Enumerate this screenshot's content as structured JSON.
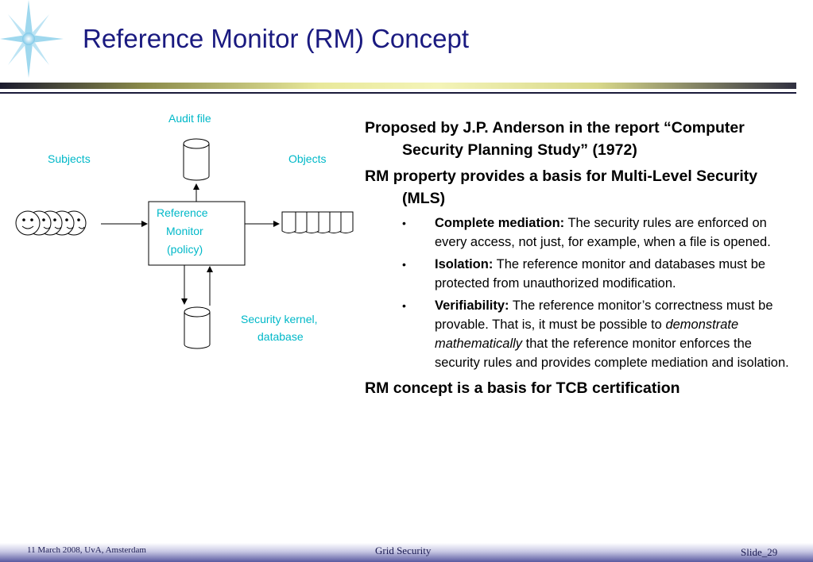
{
  "slide": {
    "title": "Reference Monitor (RM) Concept"
  },
  "diagram": {
    "audit_label": "Audit file",
    "subjects_label": "Subjects",
    "objects_label": "Objects",
    "rm_line1": "Reference",
    "rm_line2": "Monitor",
    "rm_line3": "(policy)",
    "kernel_line1": "Security kernel,",
    "kernel_line2": "database"
  },
  "content": {
    "item1": "Proposed by J.P. Anderson in the report “Computer Security Planning Study” (1972)",
    "item2": "RM property provides a basis for Multi-Level Security (MLS)",
    "bullet_char": "•",
    "sub1_term": "Complete mediation:",
    "sub1_text": " The security rules are enforced on every access, not just, for example, when a file is opened.",
    "sub2_term": "Isolation:",
    "sub2_text": " The reference monitor and databases must be protected from unauthorized modification.",
    "sub3_term": "Verifiability:",
    "sub3_pre": " The reference monitor’s correctness must be provable. That is, it must be possible to ",
    "sub3_italic": "demonstrate mathematically",
    "sub3_post": " that the reference monitor enforces the security rules and provides complete mediation and isolation.",
    "item3": "RM concept is a basis for TCB certification"
  },
  "footer": {
    "date": "11 March 2008, UvA, Amsterdam",
    "center": "Grid Security",
    "slide_number": "Slide_29"
  },
  "colors": {
    "title": "#1a1a80",
    "diagram_label": "#00b8c8",
    "logo_star": "#7ec8e8"
  }
}
